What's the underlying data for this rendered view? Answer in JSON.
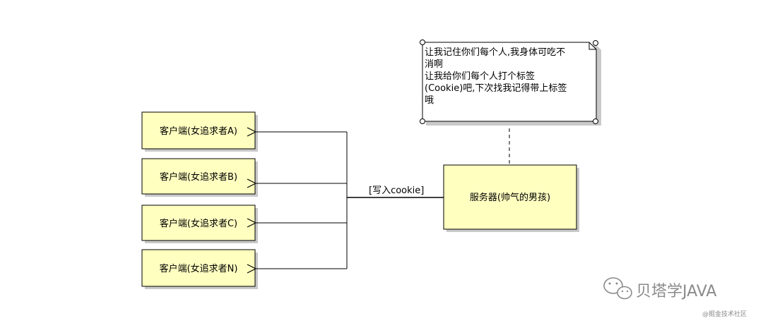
{
  "colors": {
    "box_fill": "#ffffc0",
    "box_stroke": "#000000",
    "shadow": "#c9c9c9",
    "line": "#000000",
    "watermark": "#8a8a8a"
  },
  "clients": [
    {
      "label": "客户端(女追求者A)"
    },
    {
      "label": "客户端(女追求者B)"
    },
    {
      "label": "客户端(女追求者C)"
    },
    {
      "label": "客户端(女追求者N)"
    }
  ],
  "server": {
    "label": "服务器(帅气的男孩)"
  },
  "connector": {
    "label": "[写入cookie]"
  },
  "note": {
    "lines": [
      "让我记住你们每个人,我身体可吃不",
      "消啊",
      "让我给你们每个人打个标签",
      "(Cookie)吧,下次找我记得带上标签",
      "哦"
    ]
  },
  "watermark": {
    "main": "贝塔学JAVA",
    "icon": "wechat-icon",
    "sub": "@掘金技术社区"
  }
}
